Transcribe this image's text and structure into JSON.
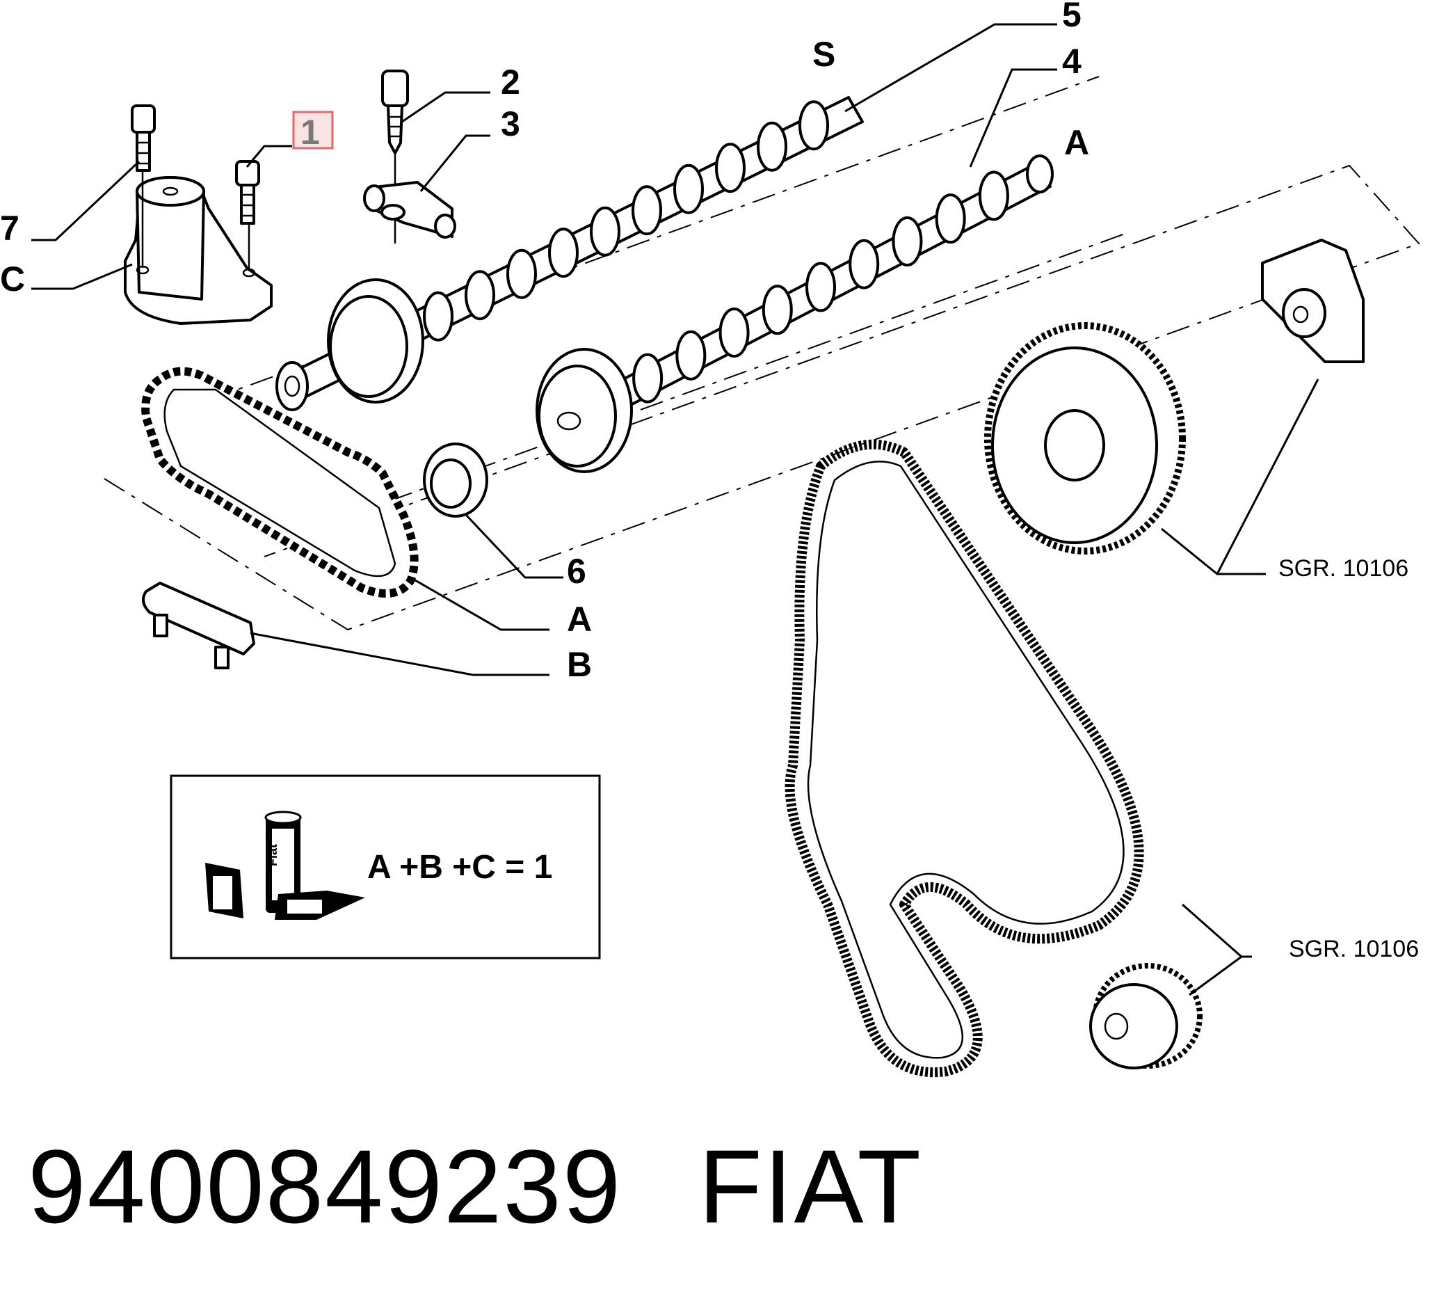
{
  "callouts": {
    "c1": "1",
    "c2": "2",
    "c3": "3",
    "c4": "4",
    "c5": "5",
    "c6": "6",
    "c7": "7",
    "cS": "S",
    "cA_top": "A",
    "cA_chain": "A",
    "cB": "B",
    "cC": "C"
  },
  "references": {
    "ref_upper": "SGR. 10106",
    "ref_lower": "SGR. 10106"
  },
  "kit_box": {
    "equation": "A +B +C = 1",
    "pack_label": "Fiat"
  },
  "footer": {
    "part_number": "9400849239",
    "brand": "FIAT"
  },
  "colors": {
    "highlight_fill": "#f9e3e3",
    "highlight_stroke": "#e06a6a",
    "line": "#000000"
  }
}
